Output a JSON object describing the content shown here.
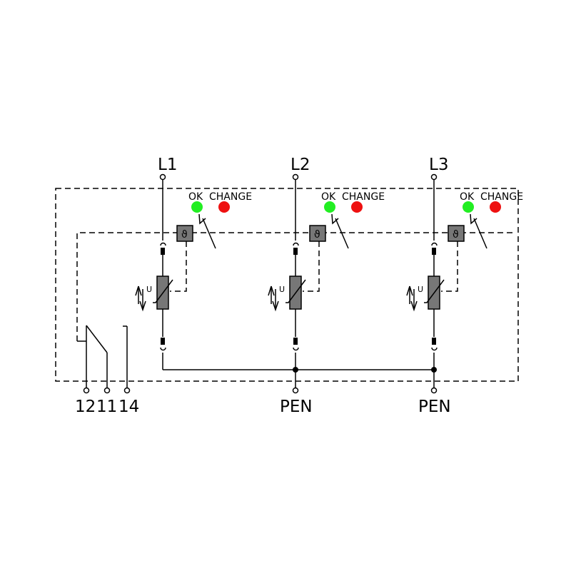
{
  "diagram": {
    "phases": [
      {
        "label": "L1",
        "ok_label": "OK",
        "change_label": "CHANGE",
        "thermal_symbol": "ϑ",
        "varistor_symbol": "U"
      },
      {
        "label": "L2",
        "ok_label": "OK",
        "change_label": "CHANGE",
        "thermal_symbol": "ϑ",
        "varistor_symbol": "U"
      },
      {
        "label": "L3",
        "ok_label": "OK",
        "change_label": "CHANGE",
        "thermal_symbol": "ϑ",
        "varistor_symbol": "U"
      }
    ],
    "bottom_terminals": [
      {
        "label": "12"
      },
      {
        "label": "11"
      },
      {
        "label": "14"
      },
      {
        "label": "PEN"
      },
      {
        "label": "PEN"
      }
    ],
    "colors": {
      "ok_led": "#22ee22",
      "change_led": "#ee1111",
      "component_fill": "#777777",
      "line": "#000000"
    }
  }
}
